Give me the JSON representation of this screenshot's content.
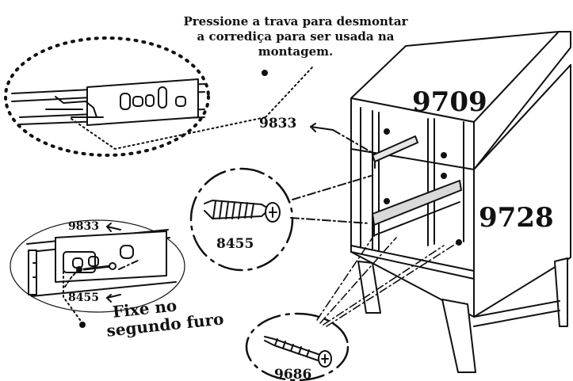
{
  "instruction": {
    "line1": "Pressione a trava para desmontar",
    "line2": "a corrediça para ser usada na",
    "line3": "montagem."
  },
  "parts": {
    "top_panel": "9709",
    "side_panel": "9728",
    "slide_rail": "9833",
    "short_screw": "8455",
    "long_screw": "9686"
  },
  "detail_slide": {
    "rail_label": "9833",
    "screw_label": "8455",
    "note_line1": "Fixe no",
    "note_line2": "segundo furo"
  }
}
